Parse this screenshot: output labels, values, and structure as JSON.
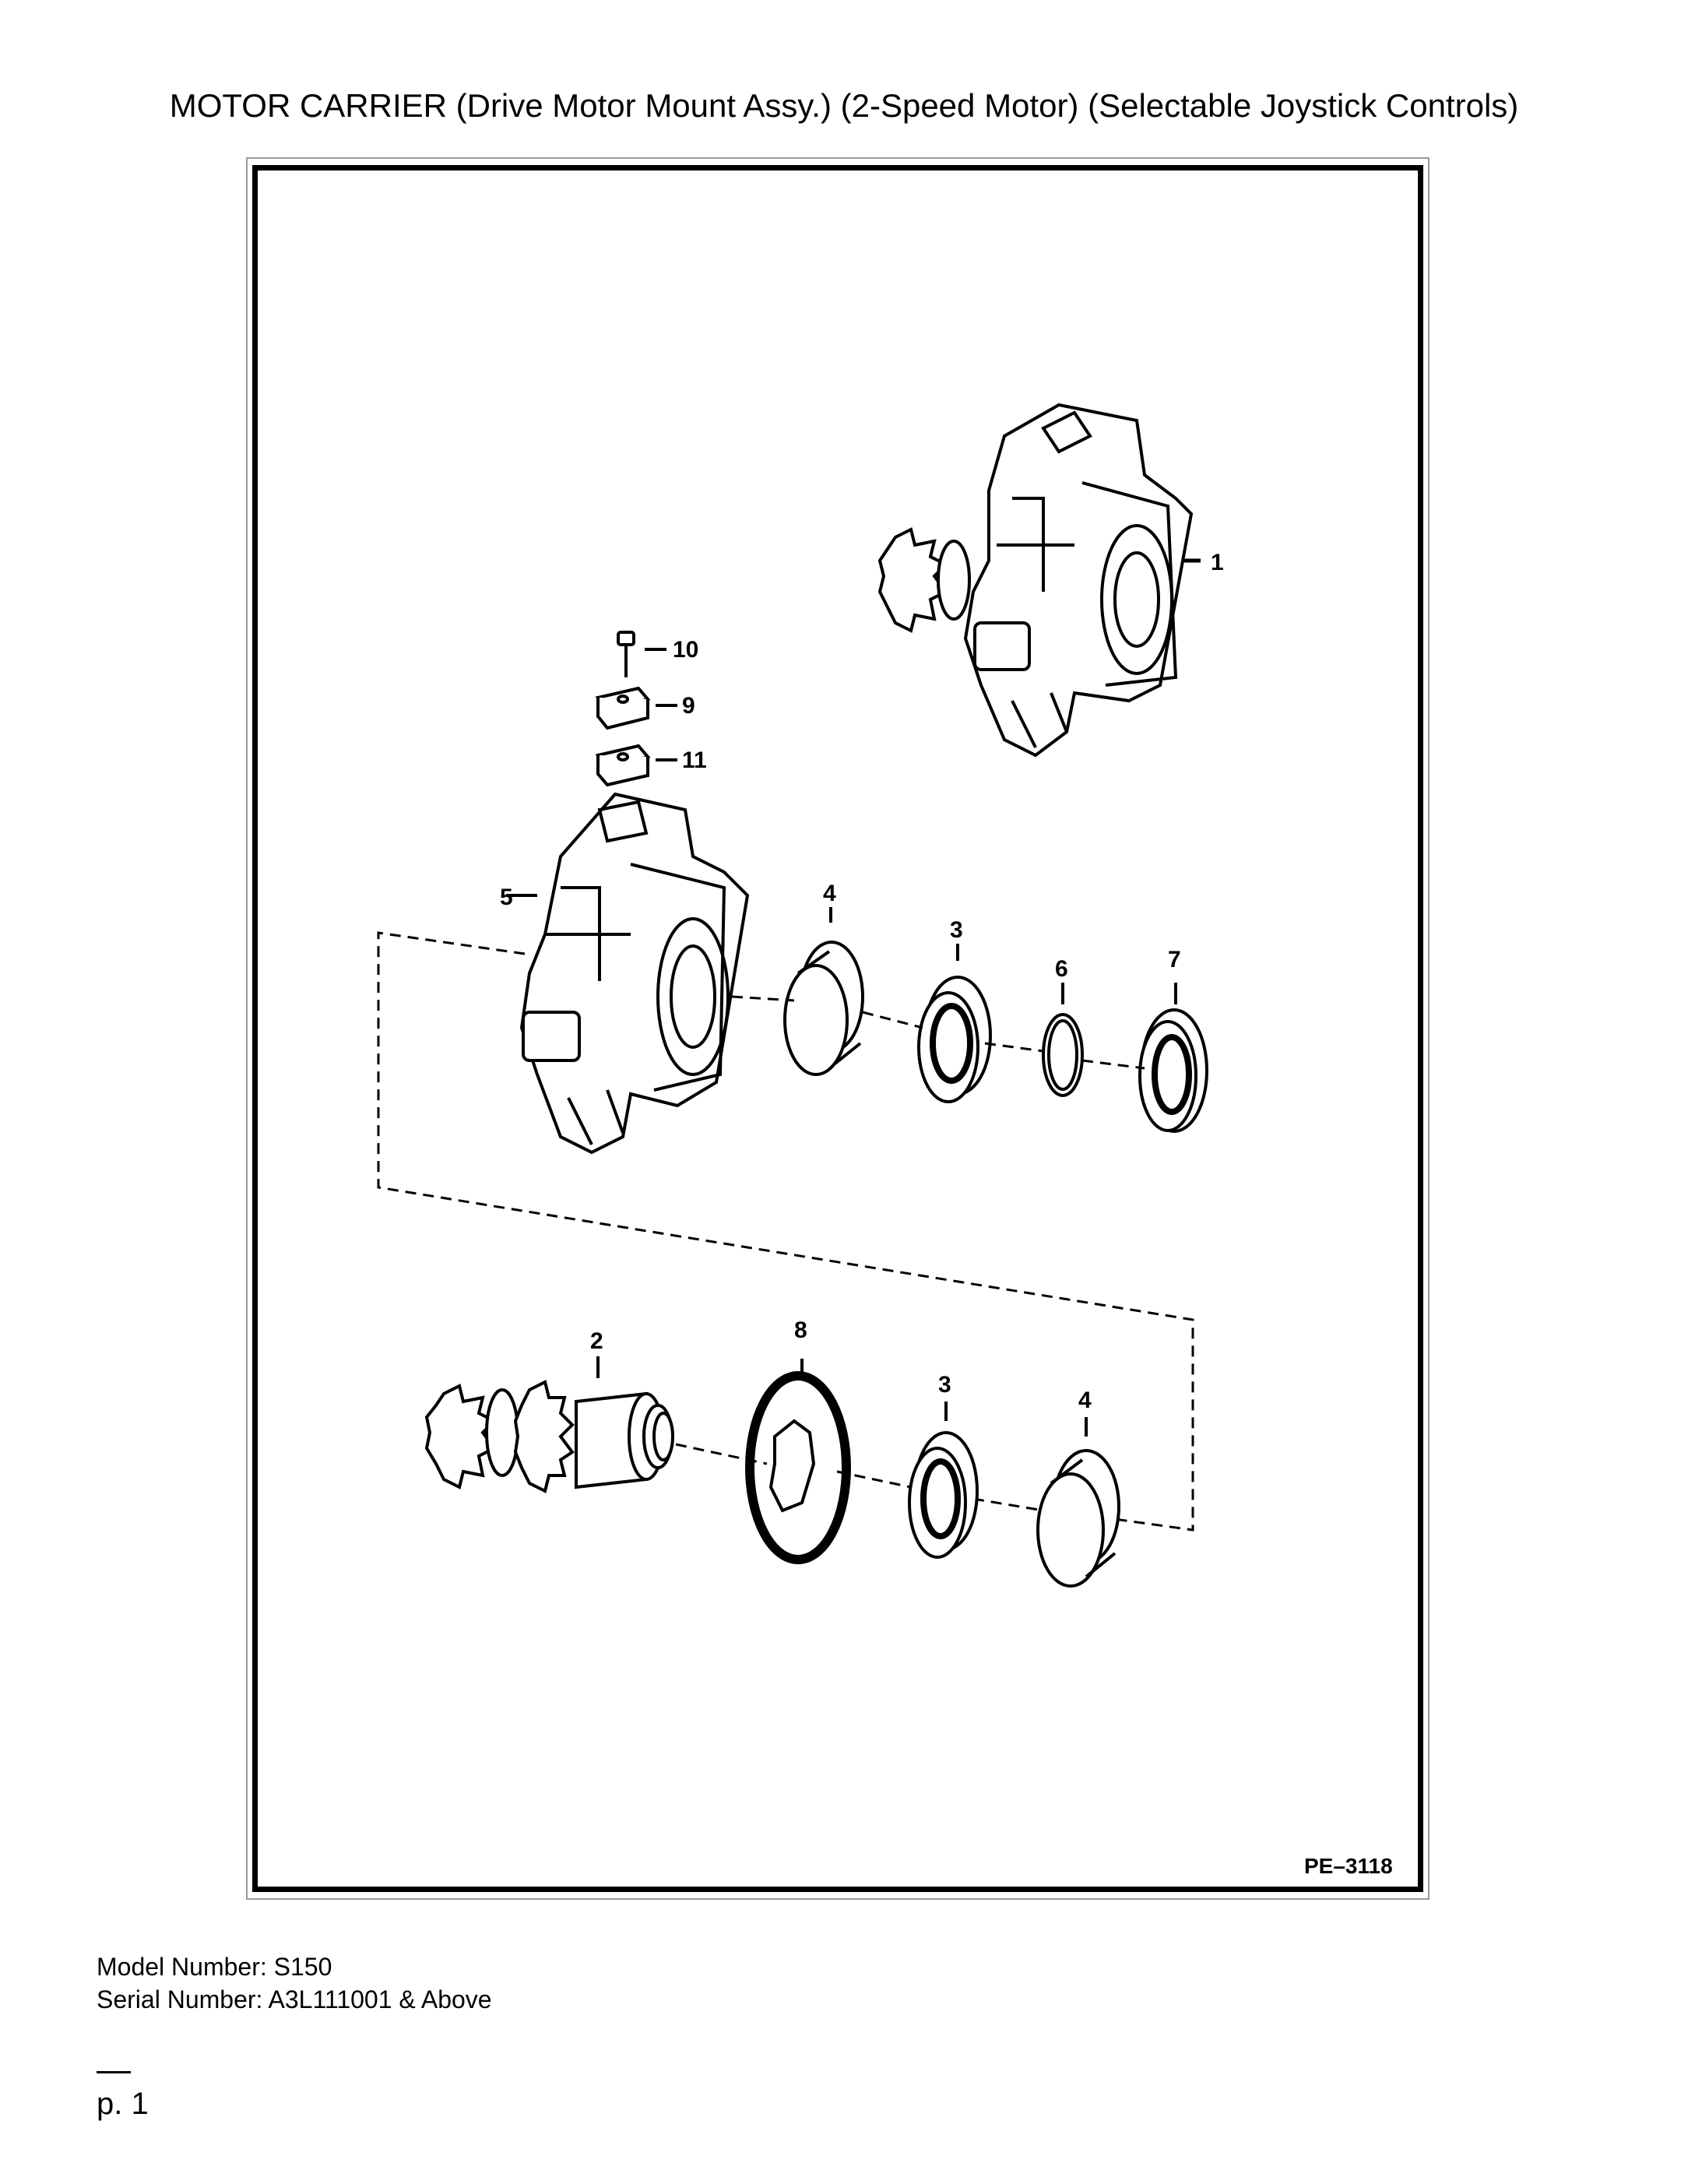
{
  "title": "MOTOR CARRIER (Drive Motor Mount Assy.) (2-Speed Motor) (Selectable Joystick Controls)",
  "drawing_id": "PE–3118",
  "model_line": "Model Number: S150",
  "serial_line": "Serial Number: A3L111001 & Above",
  "page_label": "p. 1",
  "callouts": [
    "1",
    "2",
    "3",
    "3",
    "4",
    "4",
    "5",
    "6",
    "7",
    "8",
    "9",
    "10",
    "11"
  ]
}
